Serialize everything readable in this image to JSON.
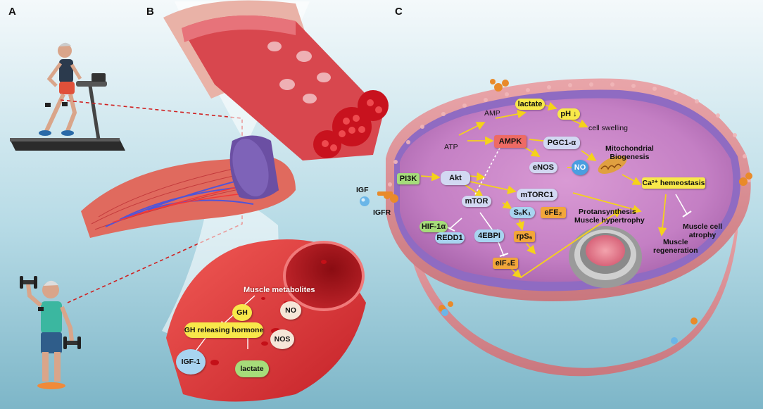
{
  "panels": {
    "a": "A",
    "b": "B",
    "c": "C"
  },
  "panel_b": {
    "muscle_metabolites": "Muscle metabolites",
    "gh": "GH",
    "no": "NO",
    "gh_releasing_hormone": "GH releasing hormone",
    "nos": "NOS",
    "igf1": "IGF-1",
    "lactate": "lactate"
  },
  "panel_c": {
    "lactate": "lactate",
    "ph": "pH ↓",
    "amp": "AMP",
    "cell_swelling": "cell swelling",
    "atp": "ATP",
    "ampk": "AMPK",
    "pgc1a": "PGC1-α",
    "mito_biogenesis": "Mitochondrial\nBiogenesis",
    "enos": "eNOS",
    "no": "NO",
    "pi3k": "PI3K",
    "akt": "Akt",
    "igf": "IGF",
    "igfr": "IGFR",
    "mtorc1": "mTORC1",
    "ca_homeostasis": "Ca²⁺ hemeostasis",
    "mtor": "mTOR",
    "s6k1": "S₆K₁",
    "efe2": "eFE₂",
    "protansynthesis": "Protansynthesis",
    "muscle_hypertrophy": "Muscle hypertrophy",
    "muscle_cell_atrophy": "Muscle cell\natrophy",
    "hif1a": "HIF-1α",
    "redd1": "REDD1",
    "ebp4": "4EBPI",
    "rps6": "rpS₆",
    "muscle_regeneration": "Muscle\nregeneration",
    "eif4e": "eIF₄E"
  }
}
